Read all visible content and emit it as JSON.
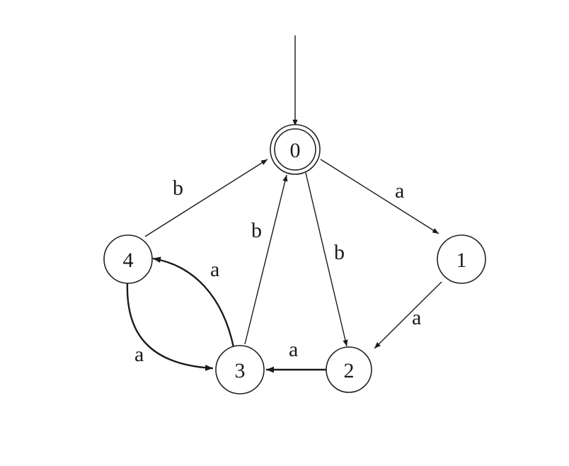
{
  "states": [
    {
      "id": "0",
      "label": "0",
      "accepting": true,
      "initial": true
    },
    {
      "id": "1",
      "label": "1"
    },
    {
      "id": "2",
      "label": "2"
    },
    {
      "id": "3",
      "label": "3"
    },
    {
      "id": "4",
      "label": "4"
    }
  ],
  "transitions": [
    {
      "from": "0",
      "to": "1",
      "label": "a"
    },
    {
      "from": "0",
      "to": "2",
      "label": "b"
    },
    {
      "from": "1",
      "to": "2",
      "label": "a"
    },
    {
      "from": "2",
      "to": "3",
      "label": "a"
    },
    {
      "from": "3",
      "to": "0",
      "label": "b"
    },
    {
      "from": "3",
      "to": "4",
      "label": "a"
    },
    {
      "from": "4",
      "to": "3",
      "label": "a"
    },
    {
      "from": "4",
      "to": "0",
      "label": "b"
    }
  ]
}
